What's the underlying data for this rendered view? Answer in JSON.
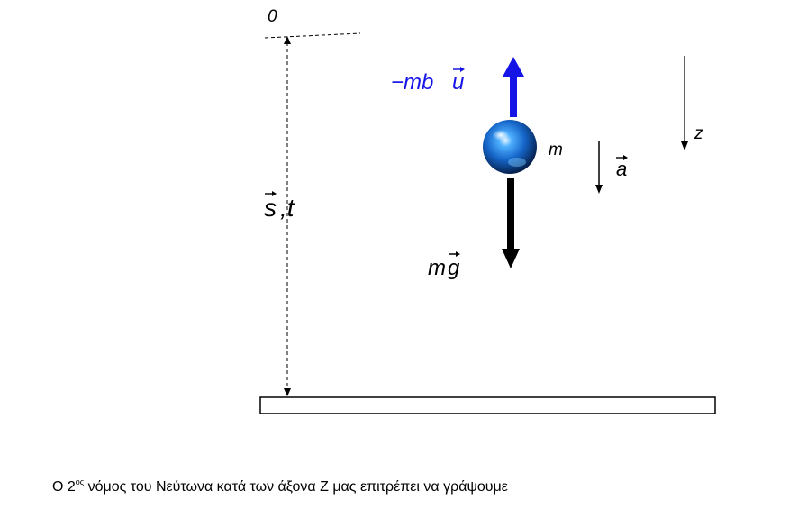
{
  "diagram": {
    "origin_label": "0",
    "displacement_label": {
      "s": "s",
      "t": ",t"
    },
    "drag_force_label": {
      "prefix": "−mb",
      "vec": "u"
    },
    "mass_label": "m",
    "acceleration_label": "a",
    "gravity_label": {
      "prefix": "m",
      "vec": "g"
    },
    "axis_label": "z"
  },
  "caption": {
    "before": "Ο 2",
    "superscript": "ος",
    "after": " νόμος του Νεύτωνα κατά των άξονα Ζ μας επιτρέπει να γράψουμε"
  },
  "colors": {
    "drag_arrow": "#1414e6",
    "drag_label": "#1414e6",
    "gravity_arrow": "#000000",
    "sphere": "#1a6fd0"
  }
}
